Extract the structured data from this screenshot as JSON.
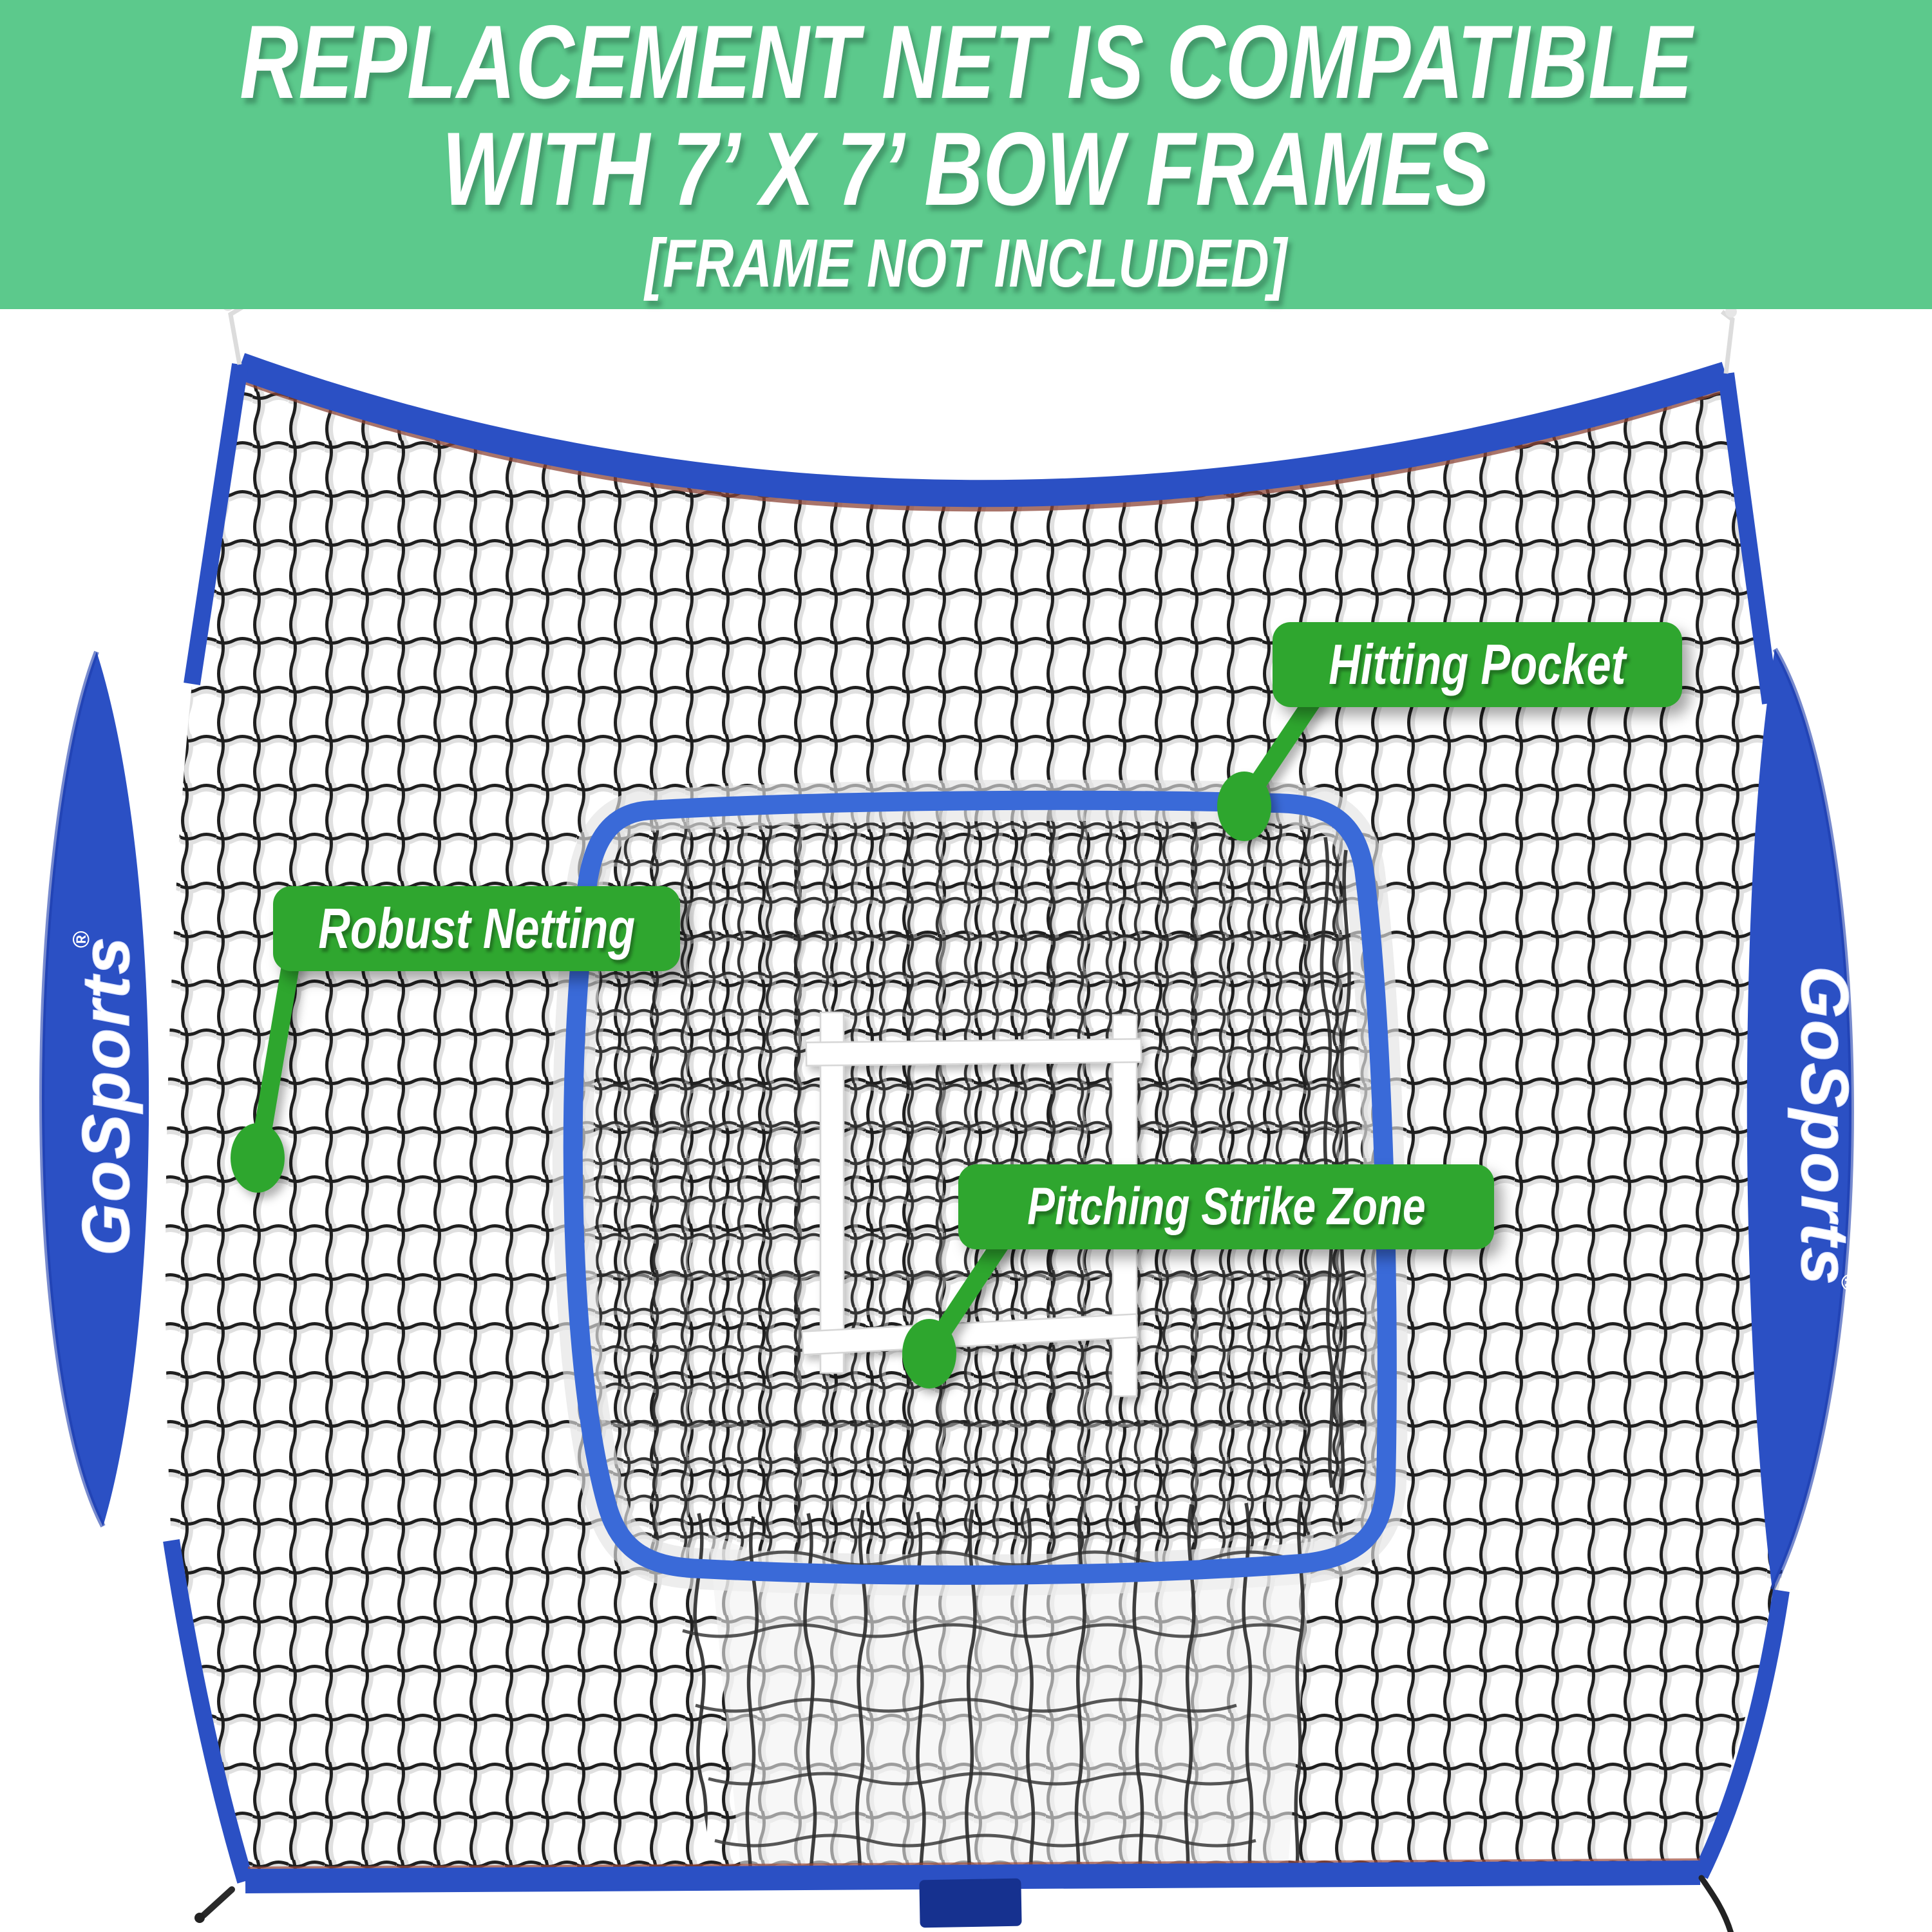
{
  "header": {
    "line1": "REPLACEMENT NET IS COMPATIBLE",
    "line2": "WITH 7’ X 7’ BOW FRAMES",
    "line3": "[FRAME NOT INCLUDED]"
  },
  "callouts": {
    "hitting_pocket": "Hitting Pocket",
    "robust_netting": "Robust Netting",
    "pitching_strike_zone": "Pitching Strike Zone"
  },
  "brand": {
    "logo": "GoSports",
    "registered": "®"
  },
  "colors": {
    "banner_green": "#5CC98C",
    "callout_green": "#2FA62F",
    "trim_blue": "#2B50C4",
    "trim_blue_dark": "#1D3CAE",
    "pocket_border_blue": "#3A6AD8",
    "net_line": "#1F1F1F",
    "background": "#FFFFFF"
  }
}
